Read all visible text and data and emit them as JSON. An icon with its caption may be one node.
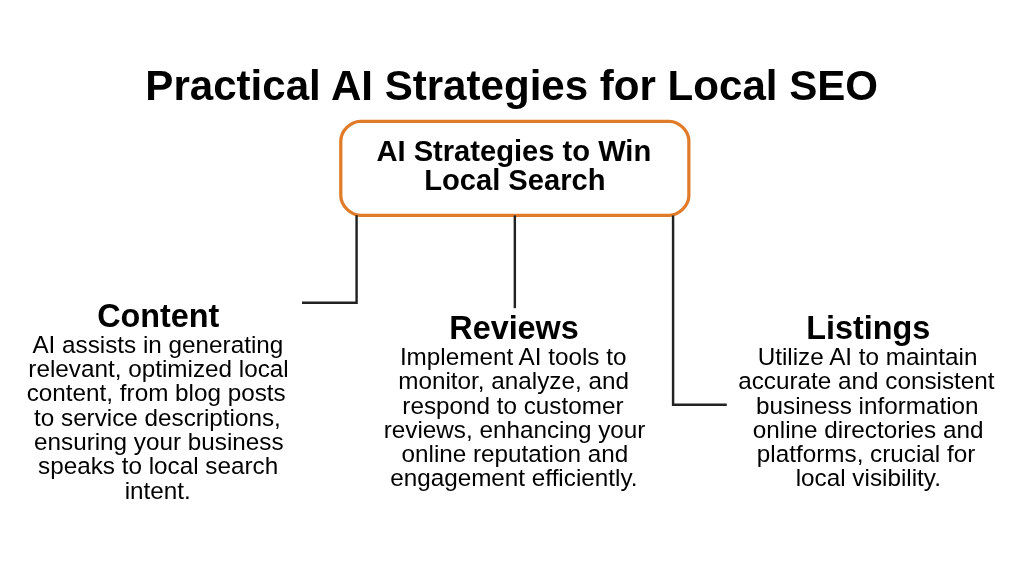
{
  "diagram": {
    "title": "Practical AI Strategies for Local SEO",
    "nodes": [
      {
        "text": [
          "AI Strategies to Win Local Search"
        ]
      },
      {
        "text": [
          "Content",
          "AI assists in generating relevant, optimized local content, from blog posts to service descriptions, ensuring your business speaks to local search intent."
        ]
      },
      {
        "text": [
          "Reviews",
          "Implement AI tools to monitor, analyze, and respond to customer reviews, enhancing your online reputation and engagement efficiently."
        ]
      },
      {
        "text": [
          "Listings",
          "Utilize AI to maintain accurate and consistent business information online directories and platforms, crucial for local visibility."
        ]
      }
    ],
    "edges": [
      {
        "from": 0,
        "to": 1,
        "arrow": "none"
      },
      {
        "from": 0,
        "to": 2,
        "arrow": "none"
      },
      {
        "from": 0,
        "to": 3,
        "arrow": "none"
      }
    ]
  }
}
